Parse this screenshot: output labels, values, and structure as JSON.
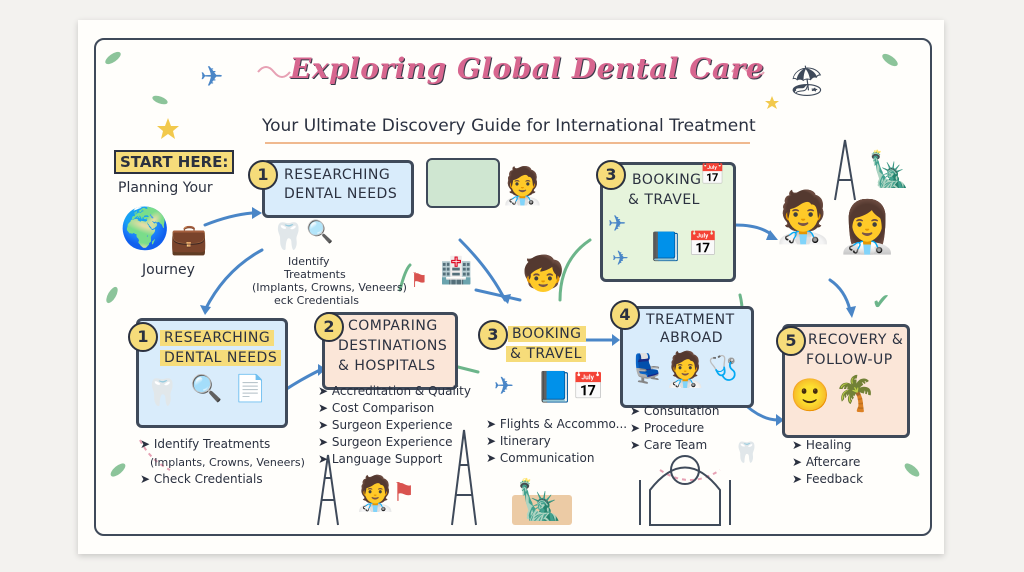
{
  "title": "Exploring Global Dental Care",
  "subtitle": "Your Ultimate Discovery Guide for International Treatment",
  "start": {
    "label": "START HERE:",
    "line1": "Planning Your",
    "line2": "Journey"
  },
  "top_steps": [
    {
      "num": "1",
      "name": "RESEARCHING DENTAL NEEDS",
      "line1": "RESEARCHING",
      "line2": "DENTAL NEEDS"
    },
    {
      "num": "3",
      "name": "BOOKING & TRAVEL",
      "line1": "BOOKING",
      "line2": "& TRAVEL"
    }
  ],
  "top_notes": [
    "Identify",
    "Treatments",
    "(Implants, Crowns, Veneers)",
    "eck Credentials"
  ],
  "steps": [
    {
      "num": "1",
      "line1": "RESEARCHING",
      "line2": "DENTAL NEEDS",
      "bullets": [
        "Identify Treatments",
        "(Implants, Crowns, Veneers)",
        "Check Credentials"
      ]
    },
    {
      "num": "2",
      "line1": "COMPARING",
      "line2": "DESTINATIONS",
      "line3": "& HOSPITALS",
      "bullets": [
        "Accreditation & Quality",
        "Cost Comparison",
        "Surgeon Experience",
        "Surgeon Experience",
        "Language Support"
      ]
    },
    {
      "num": "3",
      "line1": "BOOKING",
      "line2": "& TRAVEL",
      "bullets": [
        "Flights & Accommo...",
        "Itinerary",
        "Communication"
      ]
    },
    {
      "num": "4",
      "line1": "TREATMENT",
      "line2": "ABROAD",
      "bullets": [
        "Consultation",
        "Procedure",
        "Care Team"
      ]
    },
    {
      "num": "5",
      "line1": "RECOVERY &",
      "line2": "FOLLOW-UP",
      "bullets": [
        "Healing",
        "Aftercare",
        "Feedback"
      ]
    }
  ],
  "colors": {
    "title": "#d7668f",
    "highlight": "#f6dc7a",
    "blue_box": "#d9ecfb",
    "green_box": "#e6f4dc",
    "orange_box": "#fbe6d8",
    "ink": "#2b3140"
  }
}
